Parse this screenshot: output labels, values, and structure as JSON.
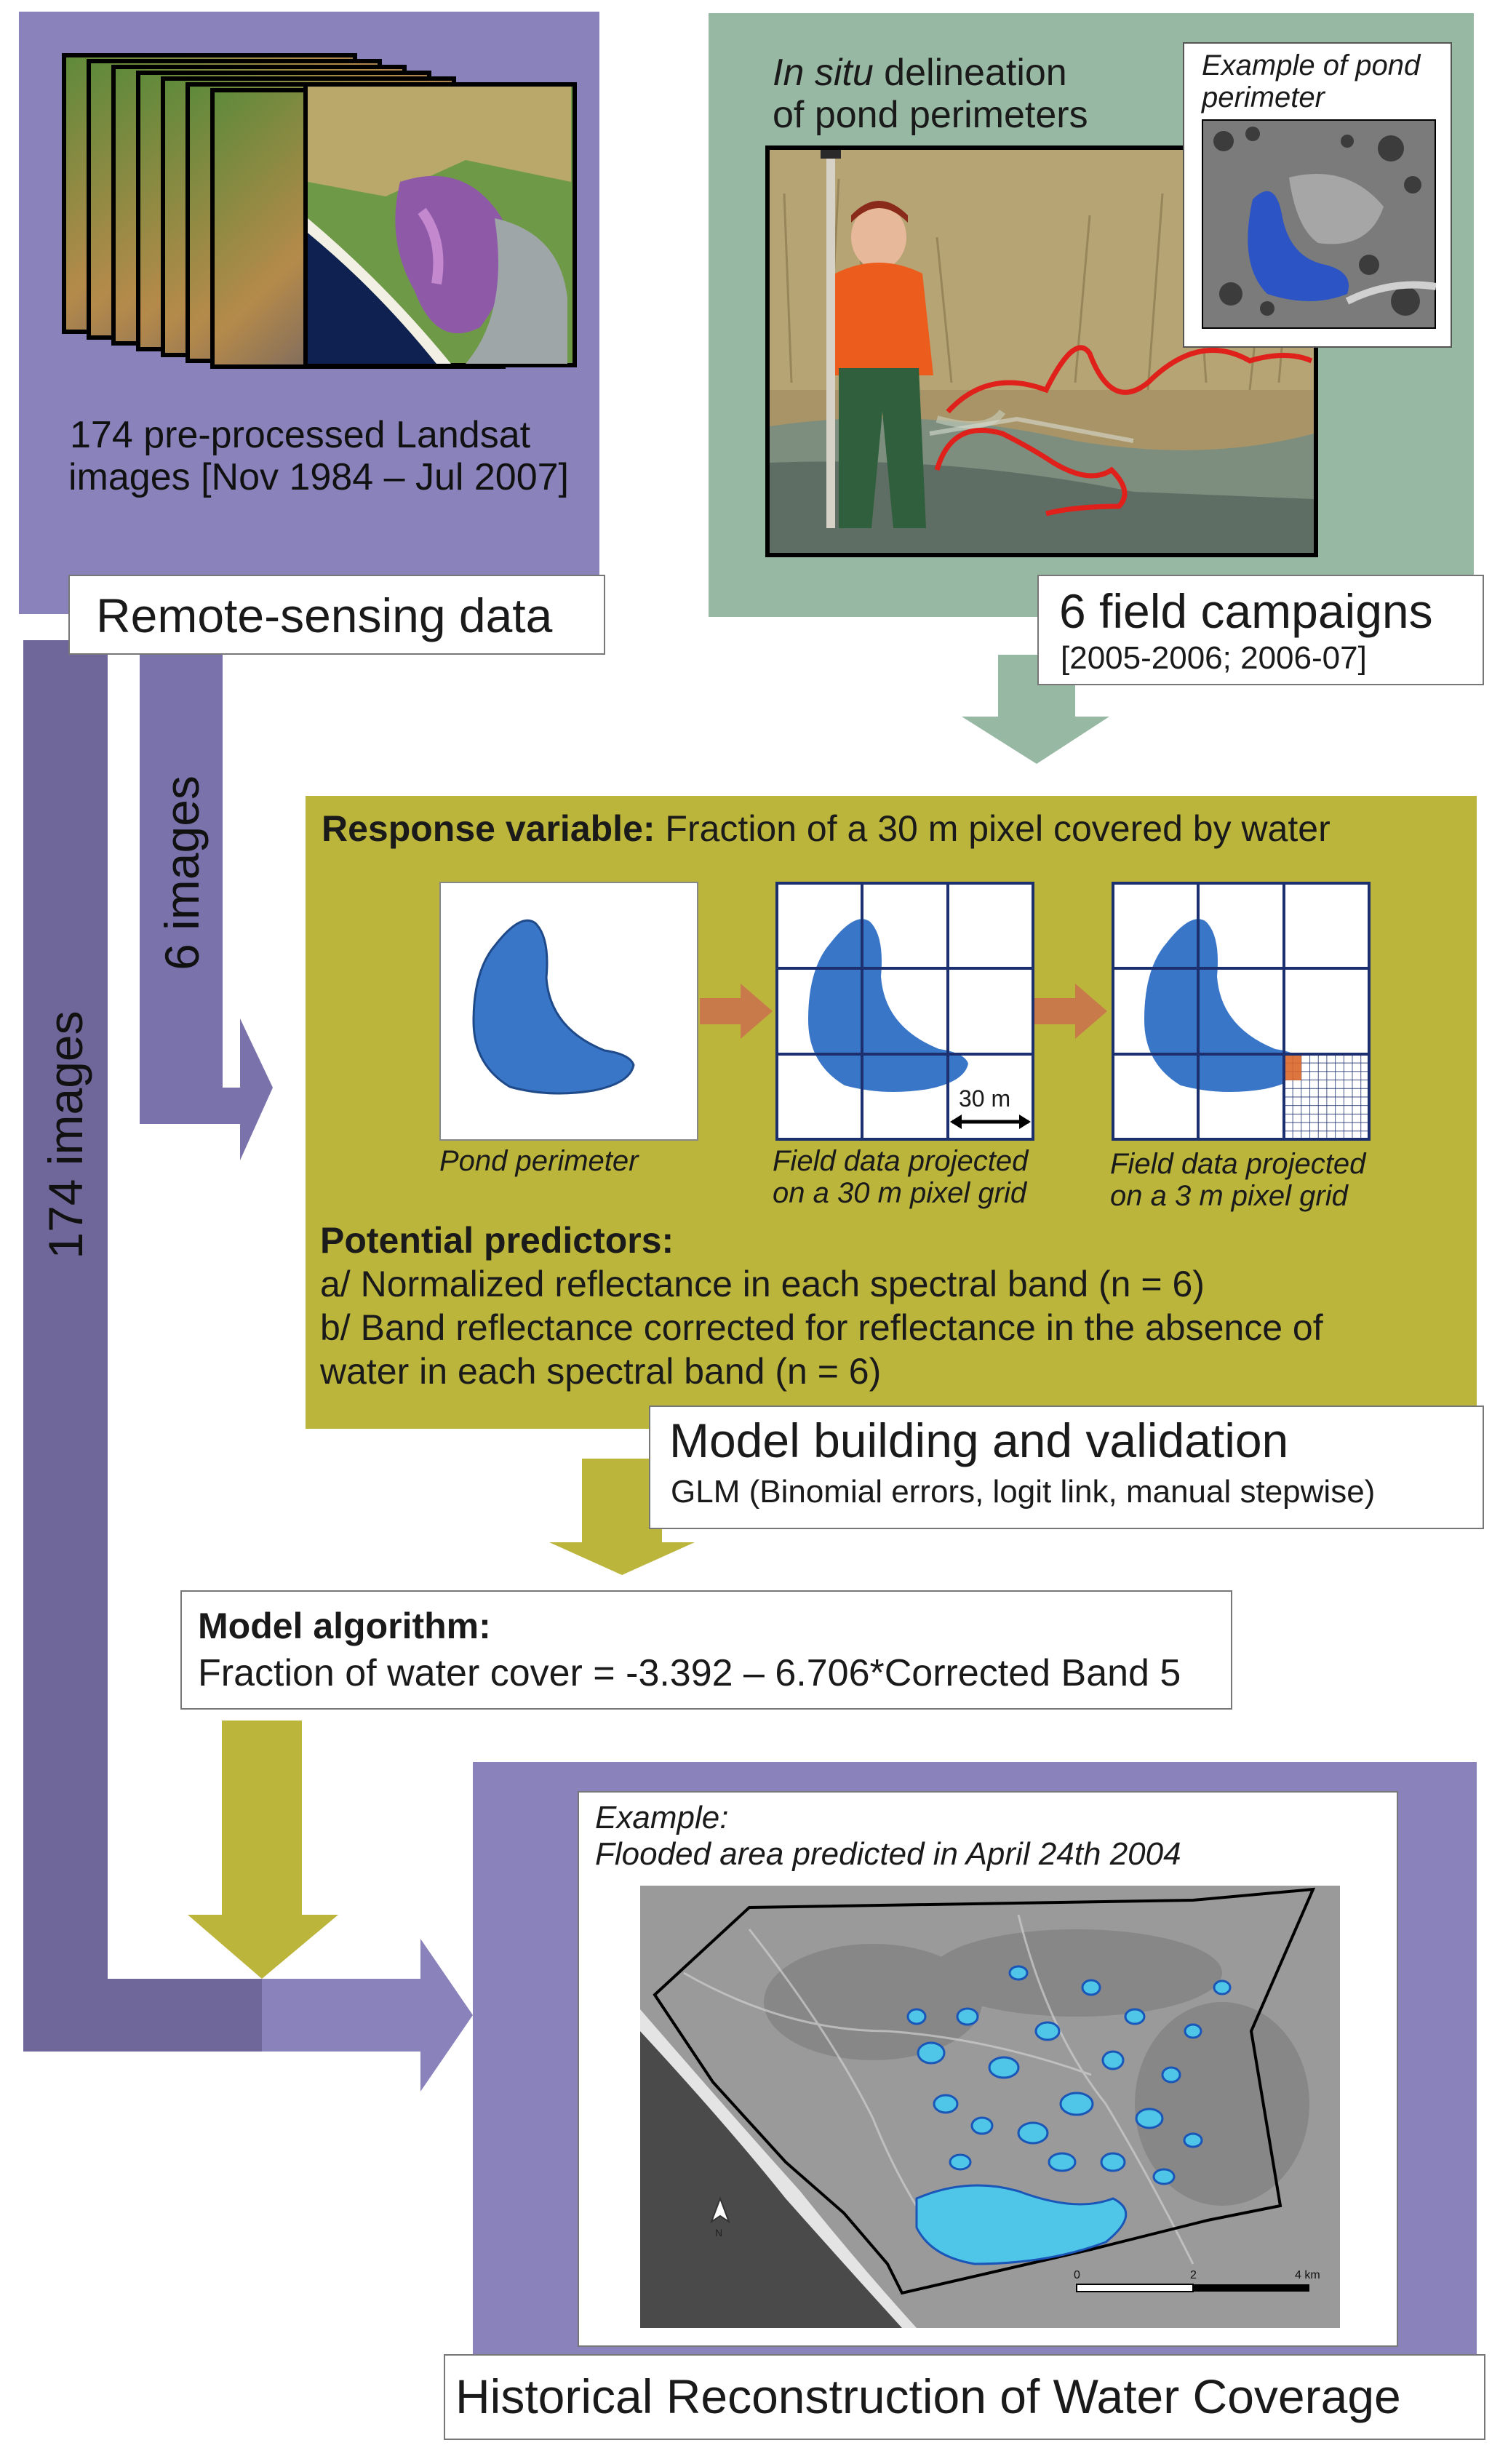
{
  "remote_sensing": {
    "caption_line1": "174 pre-processed Landsat",
    "caption_line2": "images [Nov 1984 – Jul 2007]",
    "label": "Remote-sensing data"
  },
  "field": {
    "title_italic": "In situ",
    "title_rest": " delineation",
    "title_line2": "of pond perimeters",
    "inset_line1": "Example of pond",
    "inset_line2": "perimeter",
    "label": "6 field campaigns",
    "dates": "[2005-2006; 2006-07]"
  },
  "flows": {
    "six_images": "6 images",
    "all_images": "174 images"
  },
  "response": {
    "heading_bold": "Response variable:",
    "heading_rest": " Fraction of a 30 m pixel covered by water",
    "panel1_label": "Pond perimeter",
    "panel2_label_line1": "Field data projected",
    "panel2_label_line2": "on a 30 m pixel grid",
    "panel3_label_line1": "Field data projected",
    "panel3_label_line2": "on a 3 m pixel grid",
    "scale_label": "30 m",
    "predictors_heading": "Potential predictors:",
    "predictor_a": "a/ Normalized reflectance in each spectral band (n = 6)",
    "predictor_b_line1": "b/ Band reflectance corrected for reflectance in the absence of",
    "predictor_b_line2": "water in each spectral band (n = 6)"
  },
  "model_building": {
    "title": "Model building and validation",
    "subtitle": "GLM (Binomial errors, logit link, manual stepwise)"
  },
  "algorithm": {
    "heading": "Model algorithm:",
    "formula": "Fraction of water cover = -3.392 – 6.706*Corrected Band 5"
  },
  "example": {
    "line1": "Example:",
    "line2": "Flooded area predicted in April 24th 2004",
    "north_label": "N",
    "scale_ticks": [
      "0",
      "2",
      "4 km"
    ]
  },
  "historical": {
    "label": "Historical Reconstruction of Water Coverage"
  },
  "colors": {
    "purple_panel": "#8a82bb",
    "purple_dark": "#6f6799",
    "green_panel": "#97b8a3",
    "olive_panel": "#bbb53c",
    "pond_blue": "#3a76c8",
    "grid_navy": "#1c2f6e",
    "orange_arrow": "#c97a4b",
    "red_line": "#e0201a",
    "flood_cyan": "#4fc6e8"
  }
}
